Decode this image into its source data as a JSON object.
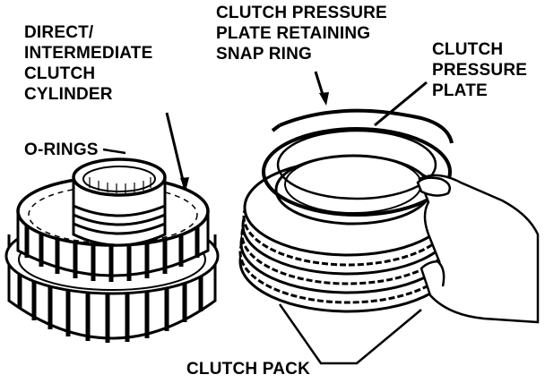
{
  "labels": {
    "cylinder": [
      "DIRECT/",
      "INTERMEDIATE",
      "CLUTCH",
      "CYLINDER"
    ],
    "snap_ring": [
      "CLUTCH PRESSURE",
      "PLATE RETAINING",
      "SNAP RING"
    ],
    "pressure_plate": [
      "CLUTCH",
      "PRESSURE",
      "PLATE"
    ],
    "o_rings": "O-RINGS",
    "clutch_pack": "CLUTCH PACK"
  }
}
